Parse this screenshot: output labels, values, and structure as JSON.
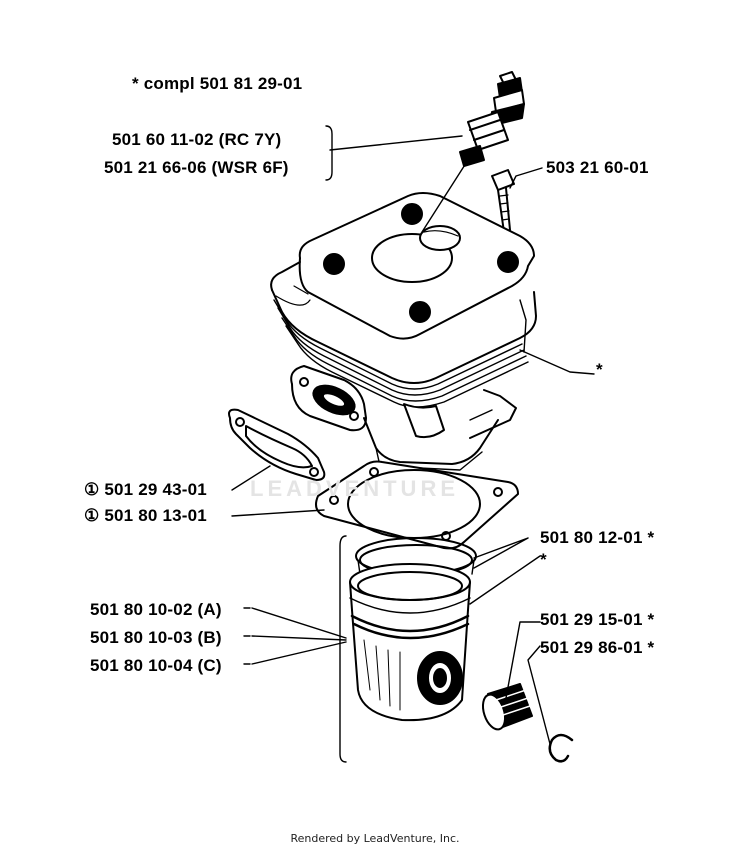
{
  "labels": {
    "compl": "*  compl 501 81 29-01",
    "spark_plug_1": "501 60 11-02 (RC 7Y)",
    "spark_plug_2": "501 21 66-06 (WSR 6F)",
    "screw": "503 21 60-01",
    "cylinder_star": "*",
    "gasket_1": "① 501 29 43-01",
    "gasket_2": "① 501 80 13-01",
    "ring": "501 80 12-01  *",
    "ring_star": "*",
    "piston_a": "501 80 10-02 (A)",
    "piston_b": "501 80 10-03 (B)",
    "piston_c": "501 80 10-04 (C)",
    "pin": "501 29 15-01  *",
    "circlip": "501 29 86-01  *"
  },
  "watermark": "LEADVENTURE",
  "footer": "Rendered by LeadVenture, Inc."
}
